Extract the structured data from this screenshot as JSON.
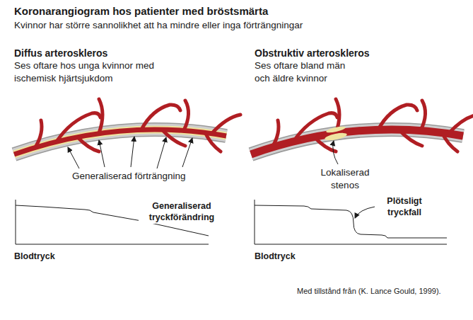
{
  "diagram": {
    "title": "Koronarangiogram hos patienter med bröstsmärta",
    "caption": "Med tillstånd från (K. Lance Gould, 1999).",
    "labels": [
      "Kvinnor har större sannolikhet att ha mindre eller inga förträngningar",
      "Diffus arteroskleros",
      "Ses oftare hos unga kvinnor med ischemisk hjärtsjukdom",
      "Obstruktiv arteroskleros",
      "Ses oftare bland män och äldre kvinnor",
      "Generaliserad förträngning",
      "Lokaliserad stenos",
      "Generaliserad tryckförändring",
      "Plötsligt tryckfall",
      "Blodtryck",
      "Blodtryck"
    ]
  }
}
